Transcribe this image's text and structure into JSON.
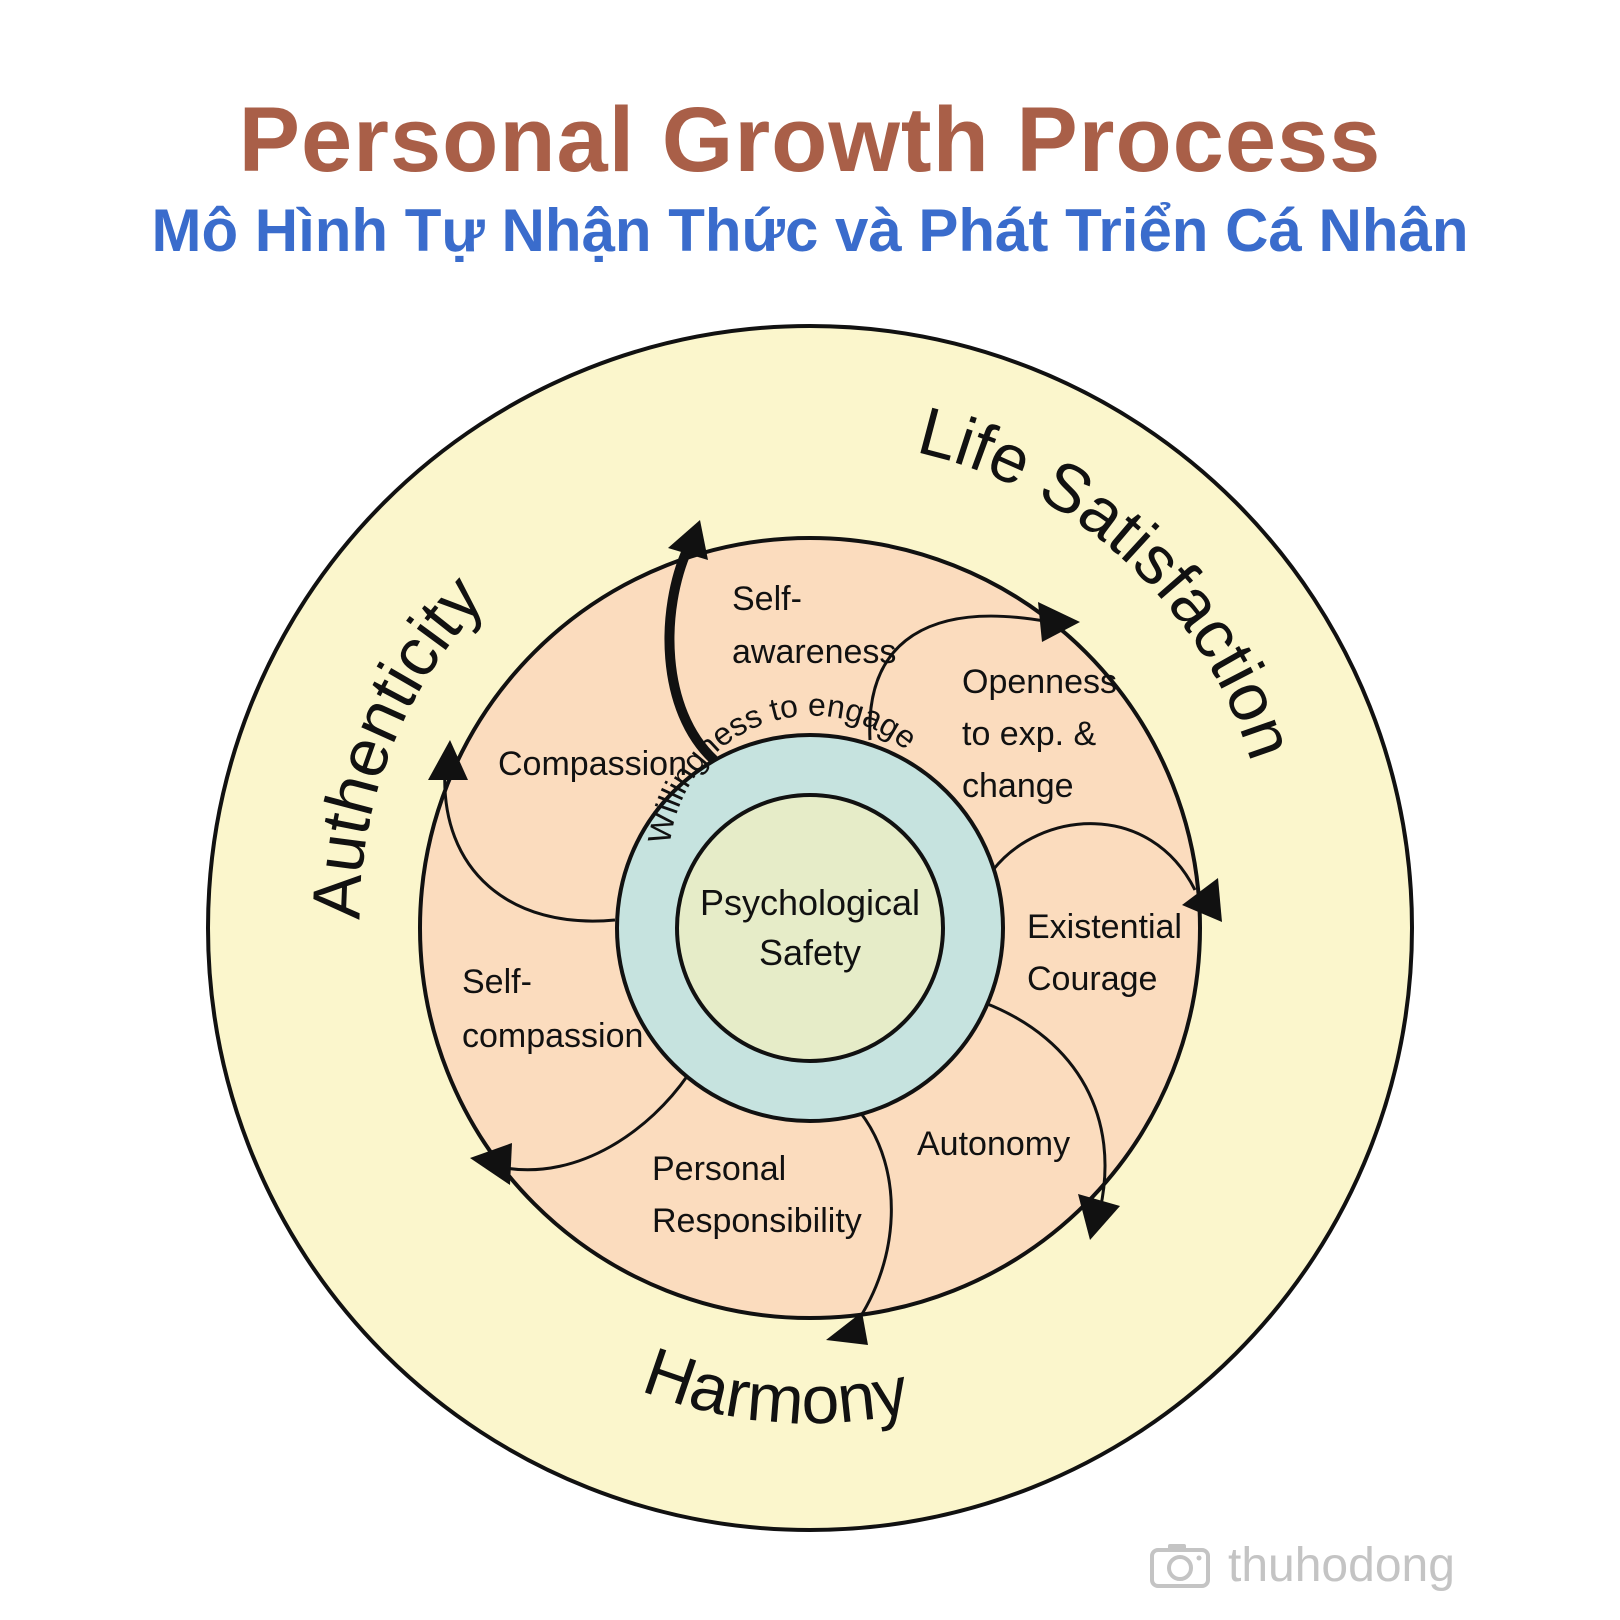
{
  "title": "Personal Growth Process",
  "subtitle": "Mô Hình Tự Nhận Thức và Phát Triển Cá Nhân",
  "outer_ring": {
    "labels": [
      "Authenticity",
      "Life Satisfaction",
      "Harmony"
    ]
  },
  "middle_ring": {
    "segments": [
      {
        "lines": [
          "Self-",
          "awareness"
        ]
      },
      {
        "lines": [
          "Openness",
          "to exp. &",
          "change"
        ]
      },
      {
        "lines": [
          "Existential",
          "Courage"
        ]
      },
      {
        "lines": [
          "Autonomy"
        ]
      },
      {
        "lines": [
          "Personal",
          "Responsibility"
        ]
      },
      {
        "lines": [
          "Self-",
          "compassion"
        ]
      },
      {
        "lines": [
          "Compassion"
        ]
      }
    ]
  },
  "inner_ring": {
    "label": "Willingness to engage"
  },
  "core": {
    "lines": [
      "Psychological",
      "Safety"
    ]
  },
  "watermark": {
    "text": "thuhodong",
    "icon": "camera-icon"
  },
  "colors": {
    "title": "#a95f48",
    "subtitle": "#3a6ccc",
    "outer_fill": "#fbf6cc",
    "middle_fill": "#fbdcbe",
    "inner_ring_fill": "#c6e3df",
    "core_fill": "#e6ecc8",
    "stroke": "#111111"
  }
}
